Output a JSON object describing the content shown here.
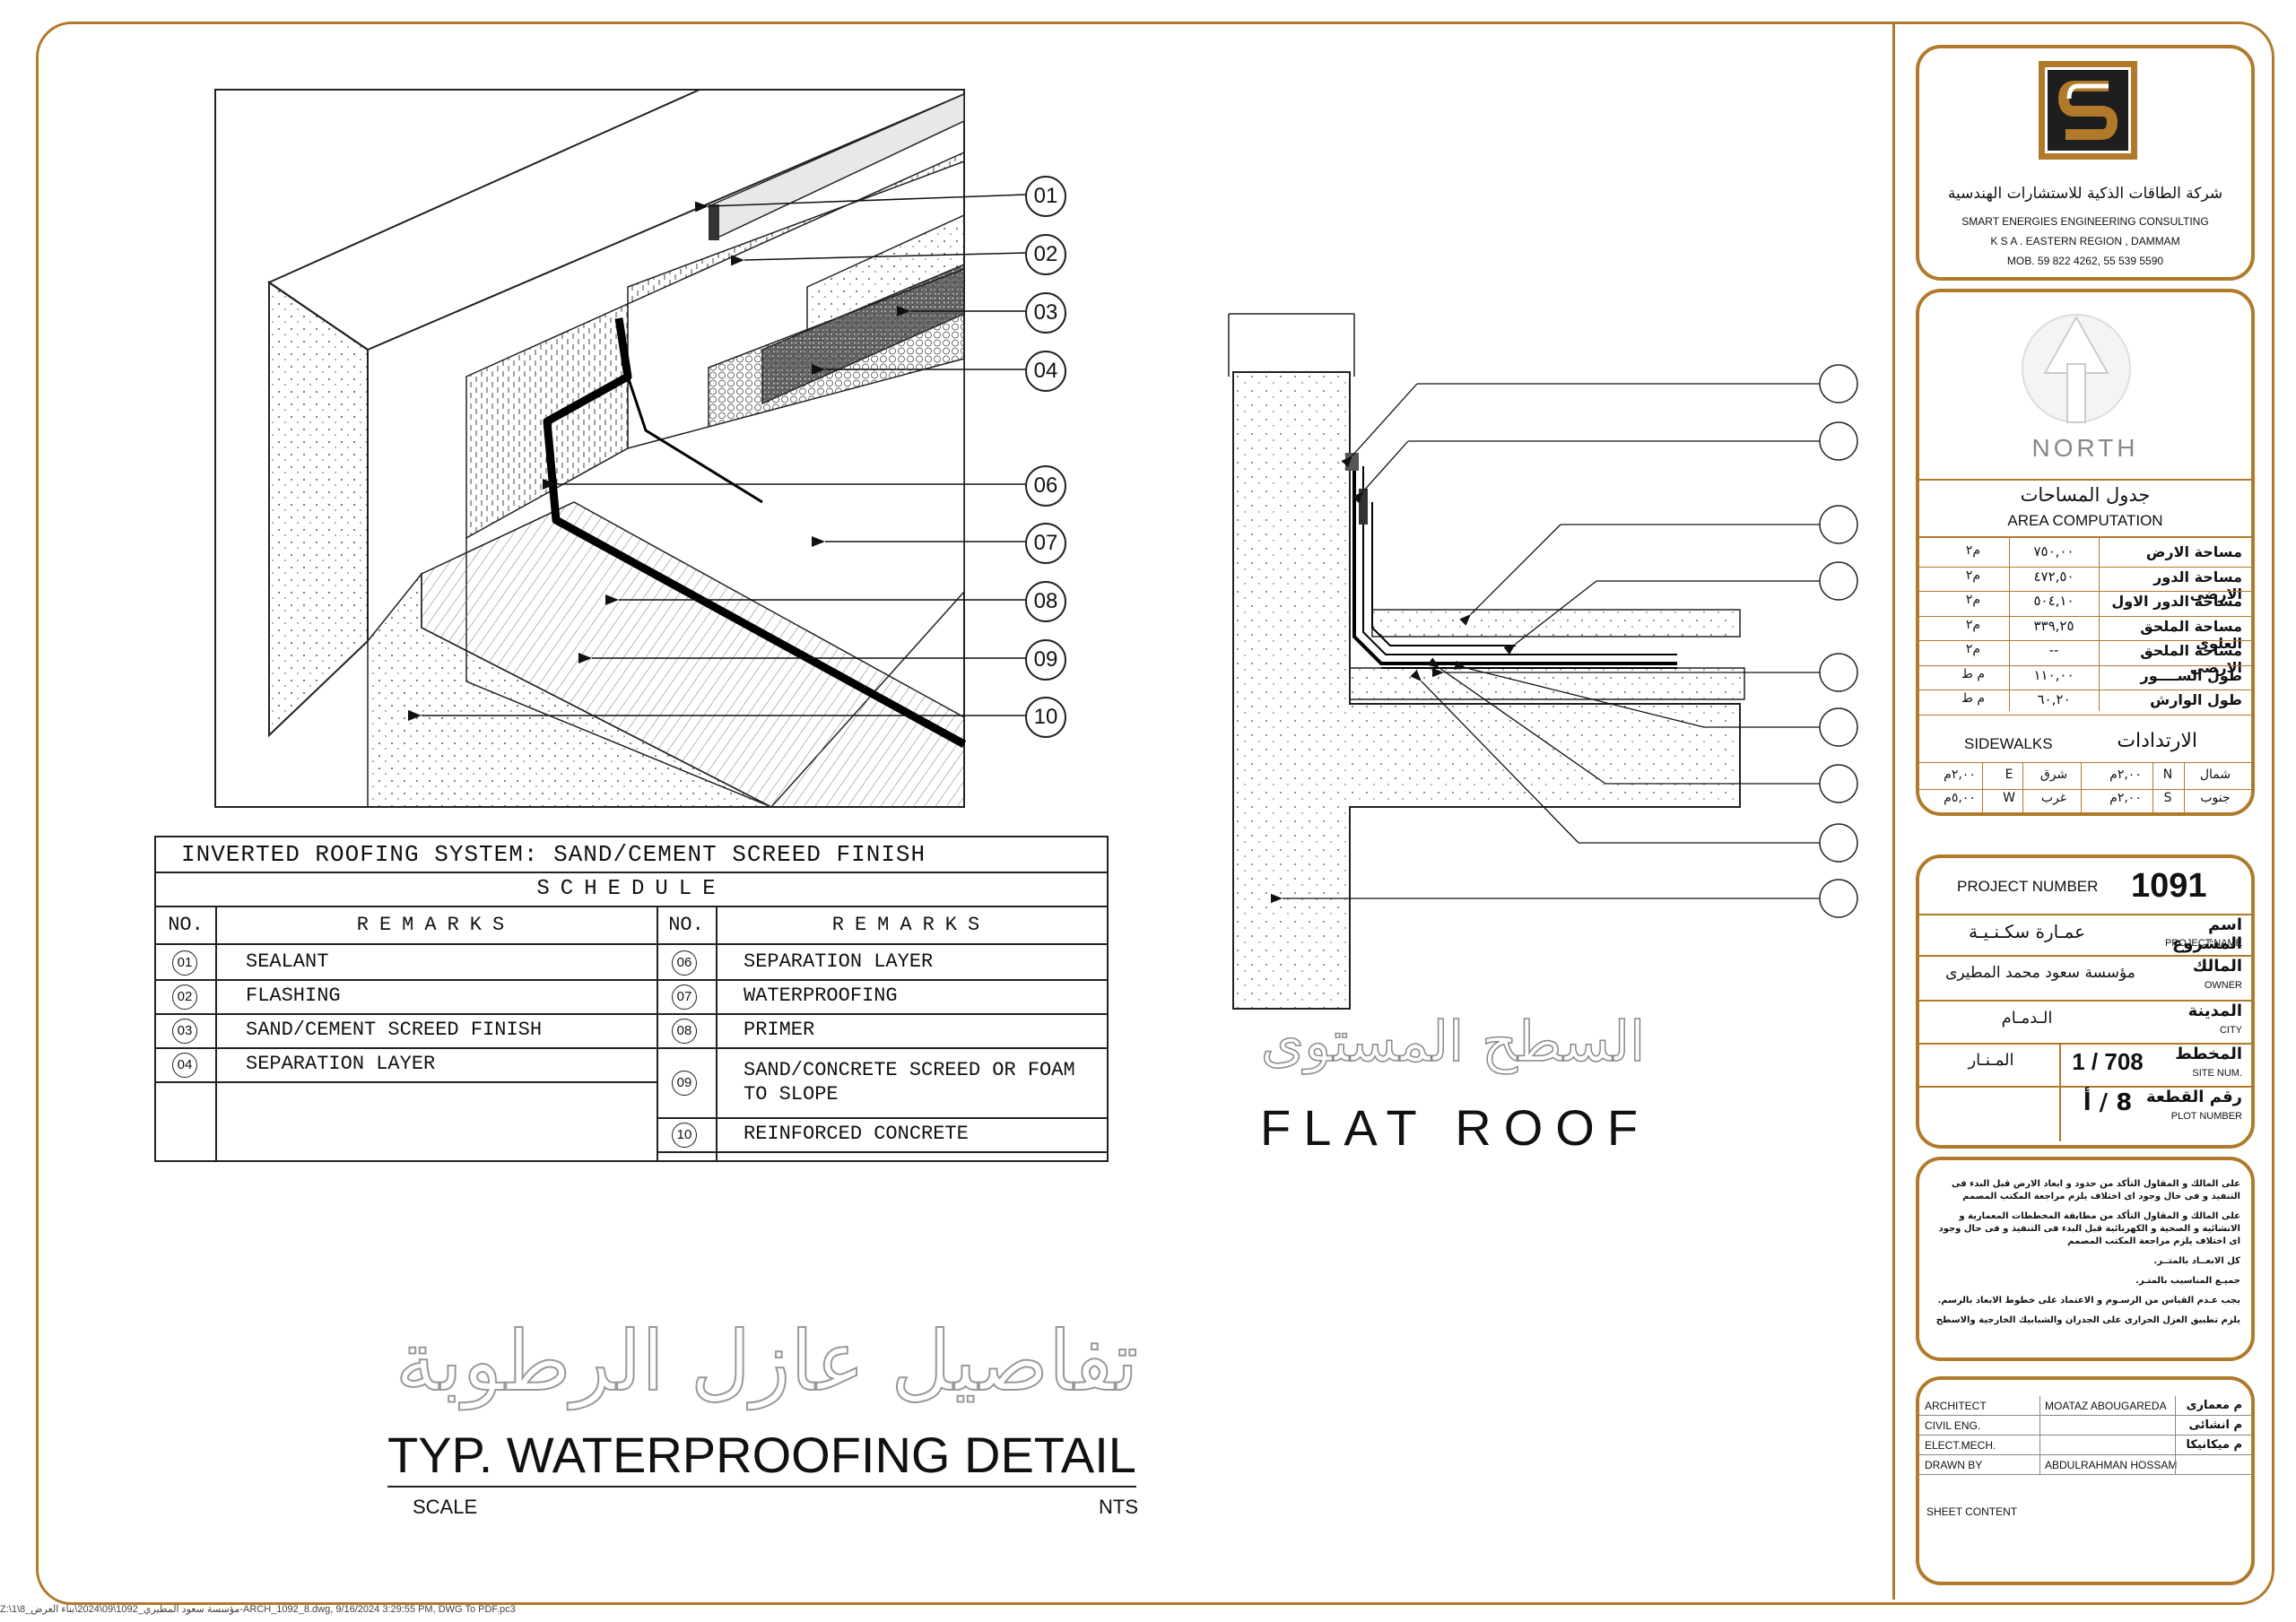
{
  "detail": {
    "callouts": [
      "01",
      "02",
      "03",
      "04",
      "06",
      "07",
      "08",
      "09",
      "10"
    ],
    "arabic_title": "تفاصيل عازل الرطوبة",
    "title": "TYP. WATERPROOFING DETAIL",
    "scale_label": "SCALE",
    "scale_value": "NTS"
  },
  "schedule": {
    "heading": "INVERTED ROOFING SYSTEM: SAND/CEMENT SCREED FINISH",
    "subheading": "SCHEDULE",
    "col_no": "NO.",
    "col_remarks": "REMARKS",
    "left_items": [
      {
        "no": "01",
        "text": "SEALANT"
      },
      {
        "no": "02",
        "text": "FLASHING"
      },
      {
        "no": "03",
        "text": "SAND/CEMENT SCREED FINISH"
      },
      {
        "no": "04",
        "text": "SEPARATION LAYER"
      }
    ],
    "right_items": [
      {
        "no": "06",
        "text": "SEPARATION LAYER"
      },
      {
        "no": "07",
        "text": "WATERPROOFING"
      },
      {
        "no": "08",
        "text": "PRIMER"
      },
      {
        "no": "09",
        "text": "SAND/CONCRETE SCREED OR FOAM TO SLOPE"
      },
      {
        "no": "10",
        "text": "REINFORCED CONCRETE"
      }
    ]
  },
  "flat_roof": {
    "arabic_title": "السطح المستوى",
    "title": "FLAT ROOF"
  },
  "title_block": {
    "company_ar": "شركة الطاقات الذكية للاستشارات الهندسية",
    "company_en": "SMART ENERGIES ENGINEERING CONSULTING",
    "region": "K S A . EASTERN REGION , DAMMAM",
    "mobile": "MOB. 59 822 4262, 55 539 5590",
    "north": "NORTH",
    "area_title_ar": "جدول المساحات",
    "area_title_en": "AREA COMPUTATION",
    "area_rows": [
      {
        "label": "مساحة الارض",
        "value": "٧٥٠,٠٠",
        "unit": "م٢"
      },
      {
        "label": "مساحة الدور الارضى",
        "value": "٤٧٢,٥٠",
        "unit": "م٢"
      },
      {
        "label": "مساحة الدور الاول",
        "value": "٥٠٤,١٠",
        "unit": "م٢"
      },
      {
        "label": "مساحة الملحق العلوى",
        "value": "٣٣٩,٢٥",
        "unit": "م٢"
      },
      {
        "label": "مساحة الملحق الارضى",
        "value": "--",
        "unit": "م٢"
      },
      {
        "label": "طول الســــور",
        "value": "١١٠,٠٠",
        "unit": "م ط"
      },
      {
        "label": "طول الوارش",
        "value": "٦٠,٢٠",
        "unit": "م ط"
      }
    ],
    "sidewalks_en": "SIDEWALKS",
    "sidewalks_ar": "الارتدادات",
    "sidewalk_rows": [
      {
        "ar1": "شمال",
        "en1": "N",
        "v1": "٢,٠٠م",
        "ar2": "شرق",
        "en2": "E",
        "v2": "٢,٠٠م"
      },
      {
        "ar1": "جنوب",
        "en1": "S",
        "v1": "٢,٠٠م",
        "ar2": "غرب",
        "en2": "W",
        "v2": "٥,٠٠م"
      }
    ],
    "project_number_label": "PROJECT NUMBER",
    "project_number": "1091",
    "project_name_ar": "اسم المشروع",
    "project_name_en": "PROJECT NAME",
    "project_name_value": "عمـارة سكـنـيـة",
    "owner_ar": "المالك",
    "owner_en": "OWNER",
    "owner_value": "مؤسسة سعود محمد المطيرى",
    "city_ar": "المدينة",
    "city_en": "CITY",
    "city_value": "الـدمـام",
    "site_ar": "المخطط",
    "site_en": "SITE NUM.",
    "site_value": "1 / 708",
    "site_district": "المـنـار",
    "plot_ar": "رقم القطعة",
    "plot_en": "PLOT NUMBER",
    "plot_value": "8 / أ",
    "notes": [
      "على المالك و المقاول التأكد من حدود و ابعاد  الارض قبل البدء فى التنفيذ و فى حال وجود اى اختلاف يلزم مراجعة المكتب المصمم",
      "على المالك و المقاول التأكد من مطابقة المخططات المعمارية و الانشائية و الصحية و الكهربائية قبل البدء فى التنفيذ و فى حال وجود اى  اختلاف يلزم مراجعة المكتب المصمم",
      "كل الابعــاد بالمتــر.",
      "جميـع المناسيب بالمتـر.",
      "يجب عـدم القياس من الرسـوم  و الاعتماد على خطوط الابعاد بالرسم.",
      "يلزم تطبيق العزل الحرارى على الجدران والشبابيك الخارجية والاسطح"
    ],
    "staff": [
      {
        "en": "ARCHITECT",
        "name": "MOATAZ ABOUGAREDA",
        "ar": "م معمارى"
      },
      {
        "en": "CIVIL ENG.",
        "name": "",
        "ar": "م انشائى"
      },
      {
        "en": "ELECT.MECH.",
        "name": "",
        "ar": "م ميكانيكا"
      },
      {
        "en": "DRAWN BY",
        "name": "ABDULRAHMAN HOSSAM",
        "ar": ""
      }
    ],
    "sheet_content": "SHEET CONTENT"
  },
  "footer_path": "Z:\\1\\8_مؤسسة سعود المطيري_1092\\09\\2024\\بناء العرض-ARCH_1092_8.dwg, 9/16/2024 3:29:55 PM, DWG To PDF.pc3"
}
